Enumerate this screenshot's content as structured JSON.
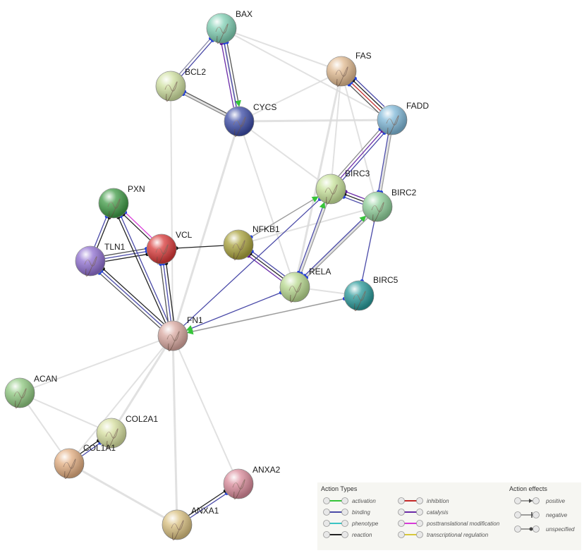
{
  "nodes": [
    {
      "id": "BAX",
      "label": "BAX",
      "color": "#7fcfb3"
    },
    {
      "id": "BCL2",
      "label": "BCL2",
      "color": "#cfe0a0"
    },
    {
      "id": "CYCS",
      "label": "CYCS",
      "color": "#3b4ba6"
    },
    {
      "id": "FAS",
      "label": "FAS",
      "color": "#e0b98f"
    },
    {
      "id": "FADD",
      "label": "FADD",
      "color": "#7fb8d8"
    },
    {
      "id": "BIRC3",
      "label": "BIRC3",
      "color": "#c7e29a"
    },
    {
      "id": "BIRC2",
      "label": "BIRC2",
      "color": "#8fcf9a"
    },
    {
      "id": "PXN",
      "label": "PXN",
      "color": "#3f9a45"
    },
    {
      "id": "VCL",
      "label": "VCL",
      "color": "#d83838"
    },
    {
      "id": "TLN1",
      "label": "TLN1",
      "color": "#8f6fd0"
    },
    {
      "id": "NFKB1",
      "label": "NFKB1",
      "color": "#a9a23c"
    },
    {
      "id": "RELA",
      "label": "RELA",
      "color": "#b8d98f"
    },
    {
      "id": "BIRC5",
      "label": "BIRC5",
      "color": "#2a9a9a"
    },
    {
      "id": "FN1",
      "label": "FN1",
      "color": "#d9a8a0"
    },
    {
      "id": "ACAN",
      "label": "ACAN",
      "color": "#8fc880"
    },
    {
      "id": "COL2A1",
      "label": "COL2A1",
      "color": "#d6df9f"
    },
    {
      "id": "COL1A1",
      "label": "COL1A1",
      "color": "#e2ad80"
    },
    {
      "id": "ANXA2",
      "label": "ANXA2",
      "color": "#d98a9a"
    },
    {
      "id": "ANXA1",
      "label": "ANXA1",
      "color": "#d9c080"
    }
  ],
  "legend": {
    "action_types_title": "Action Types",
    "action_effects_title": "Action effects",
    "types": [
      {
        "label": "activation",
        "color": "#36c43a"
      },
      {
        "label": "binding",
        "color": "#4a4aa8"
      },
      {
        "label": "phenotype",
        "color": "#3ac4c4"
      },
      {
        "label": "reaction",
        "color": "#222222"
      },
      {
        "label": "inhibition",
        "color": "#c42828"
      },
      {
        "label": "catalysis",
        "color": "#6a2aa8"
      },
      {
        "label": "posttranslational modification",
        "color": "#d83ad8"
      },
      {
        "label": "transcriptional regulation",
        "color": "#d8c83a"
      }
    ],
    "effects": [
      {
        "label": "positive"
      },
      {
        "label": "negative"
      },
      {
        "label": "unspecified"
      }
    ]
  }
}
